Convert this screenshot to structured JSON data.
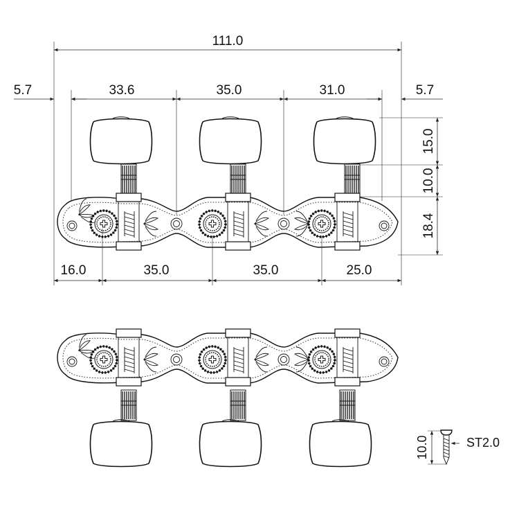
{
  "dimensions": {
    "overall_width": "111.0",
    "left_margin": "5.7",
    "post_spacing_1": "33.6",
    "post_spacing_2": "35.0",
    "post_spacing_3": "31.0",
    "right_margin": "5.7",
    "knob_height": "15.0",
    "shaft_height": "10.0",
    "plate_height": "18.4",
    "hole_offset": "16.0",
    "hole_spacing_1": "35.0",
    "hole_spacing_2": "35.0",
    "hole_end": "25.0",
    "screw_length": "10.0",
    "screw_spec": "ST2.0"
  },
  "colors": {
    "line": "#111111",
    "knob_fill": "#ffffff",
    "background": "#ffffff"
  }
}
